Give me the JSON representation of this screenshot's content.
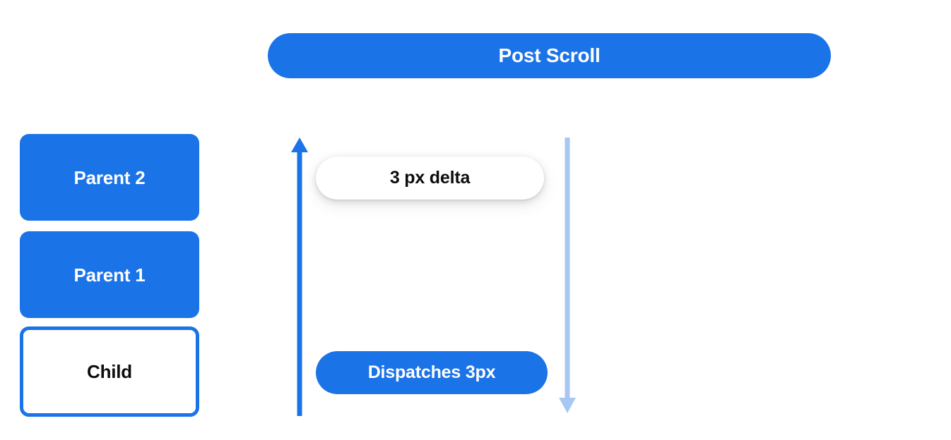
{
  "header": {
    "title": "Post Scroll"
  },
  "scroll_chain": {
    "boxes": [
      {
        "label": "Parent 2",
        "style": "filled"
      },
      {
        "label": "Parent 1",
        "style": "filled"
      },
      {
        "label": "Child",
        "style": "outlined"
      }
    ]
  },
  "flow": {
    "up_arrow": {
      "icon": "arrow-up-icon",
      "direction": "up",
      "color": "#1b73e8"
    },
    "down_arrow": {
      "icon": "arrow-down-icon",
      "direction": "down",
      "color": "#a8c7f5"
    },
    "delta_chip": {
      "label": "3 px delta"
    },
    "dispatch_chip": {
      "label": "Dispatches 3px"
    }
  },
  "colors": {
    "brand_blue": "#1b73e8",
    "light_blue": "#a8c7f5",
    "text_dark": "#0d0d0d",
    "text_on_blue": "#ffffff",
    "background": "#ffffff"
  }
}
